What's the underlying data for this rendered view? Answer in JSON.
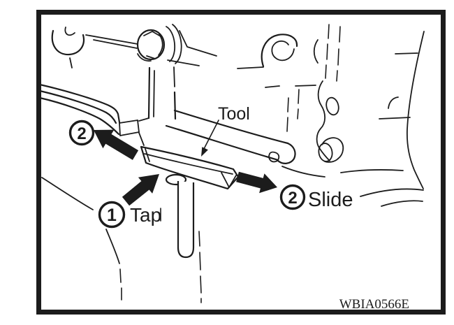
{
  "figure": {
    "code": "WBIA0566E",
    "tool_label": "Tool",
    "markers": [
      {
        "number": "2",
        "label": ""
      },
      {
        "number": "1",
        "label": "Tap"
      },
      {
        "number": "2",
        "label": "Slide"
      }
    ],
    "colors": {
      "ink": "#1c1c1c",
      "paper": "#ffffff"
    }
  }
}
